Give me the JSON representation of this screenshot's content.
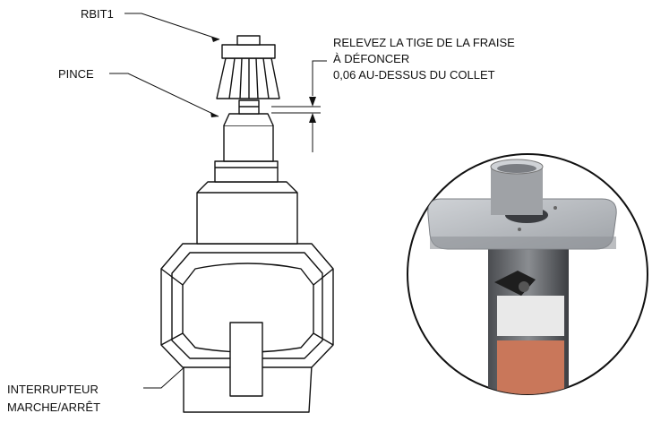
{
  "labels": {
    "rbit": "RBIT1",
    "pince": "PINCE",
    "instruction_line1": "RELEVEZ LA TIGE DE LA FRAISE",
    "instruction_line2": "À DÉFONCER",
    "instruction_line3": "0,06 AU-DESSUS DU COLLET",
    "switch_line1": "INTERRUPTEUR",
    "switch_line2": "MARCHE/ARRÊT"
  },
  "colors": {
    "line": "#111111",
    "background": "#ffffff",
    "plate": "#b9bcc0",
    "body_grey": "#6d6f73",
    "orange": "#c9775a"
  }
}
